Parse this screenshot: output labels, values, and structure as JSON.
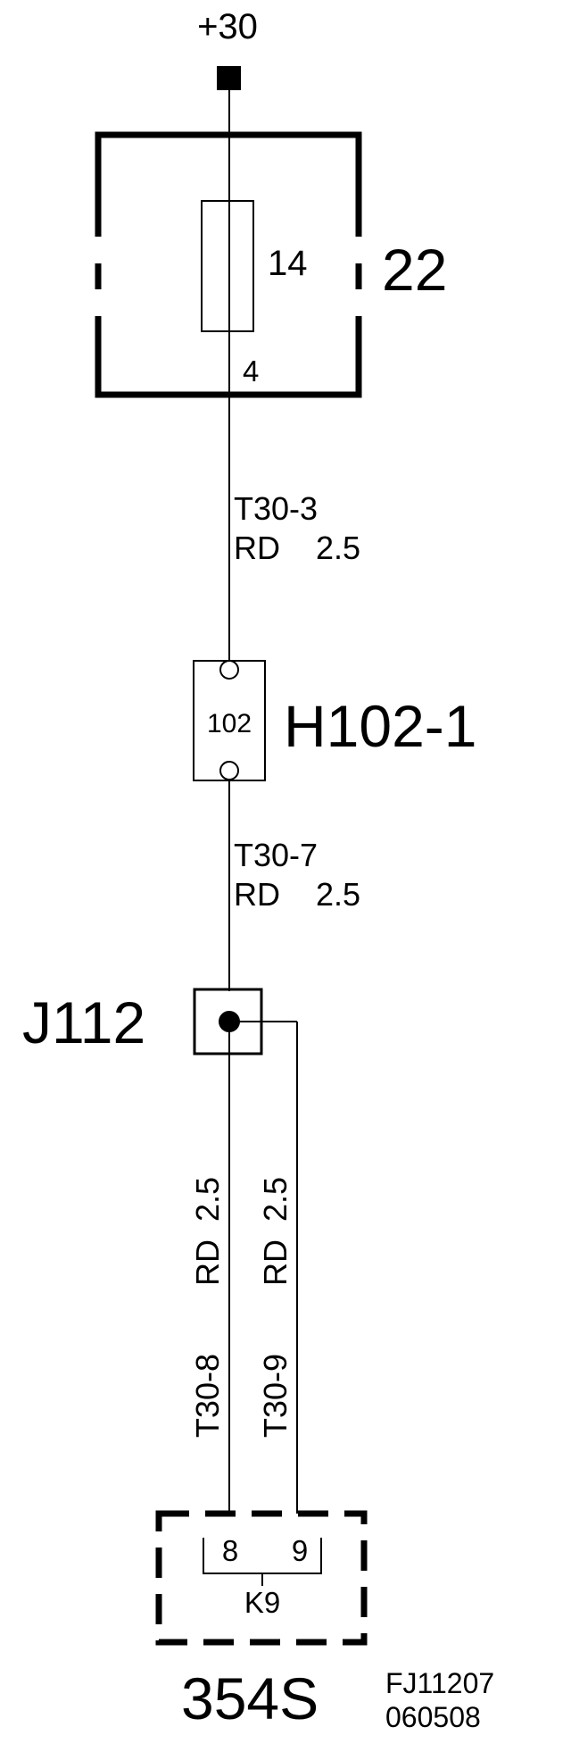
{
  "supply": {
    "label": "+30"
  },
  "fuse_box": {
    "id": "22",
    "fuse_number": "14",
    "pin": "4"
  },
  "wire_1": {
    "id": "T30-3",
    "spec": "RD    2.5"
  },
  "connector": {
    "id": "H102-1",
    "pin": "102"
  },
  "wire_2": {
    "id": "T30-7",
    "spec": "RD    2.5"
  },
  "junction": {
    "id": "J112"
  },
  "wire_3": {
    "id": "T30-8",
    "spec": "RD  2.5"
  },
  "wire_4": {
    "id": "T30-9",
    "spec": "RD  2.5"
  },
  "component": {
    "id": "354S",
    "pin_a": "8",
    "pin_b": "9",
    "connector_name": "K9"
  },
  "drawing_ref": {
    "code": "FJ11207",
    "date": "060508"
  }
}
